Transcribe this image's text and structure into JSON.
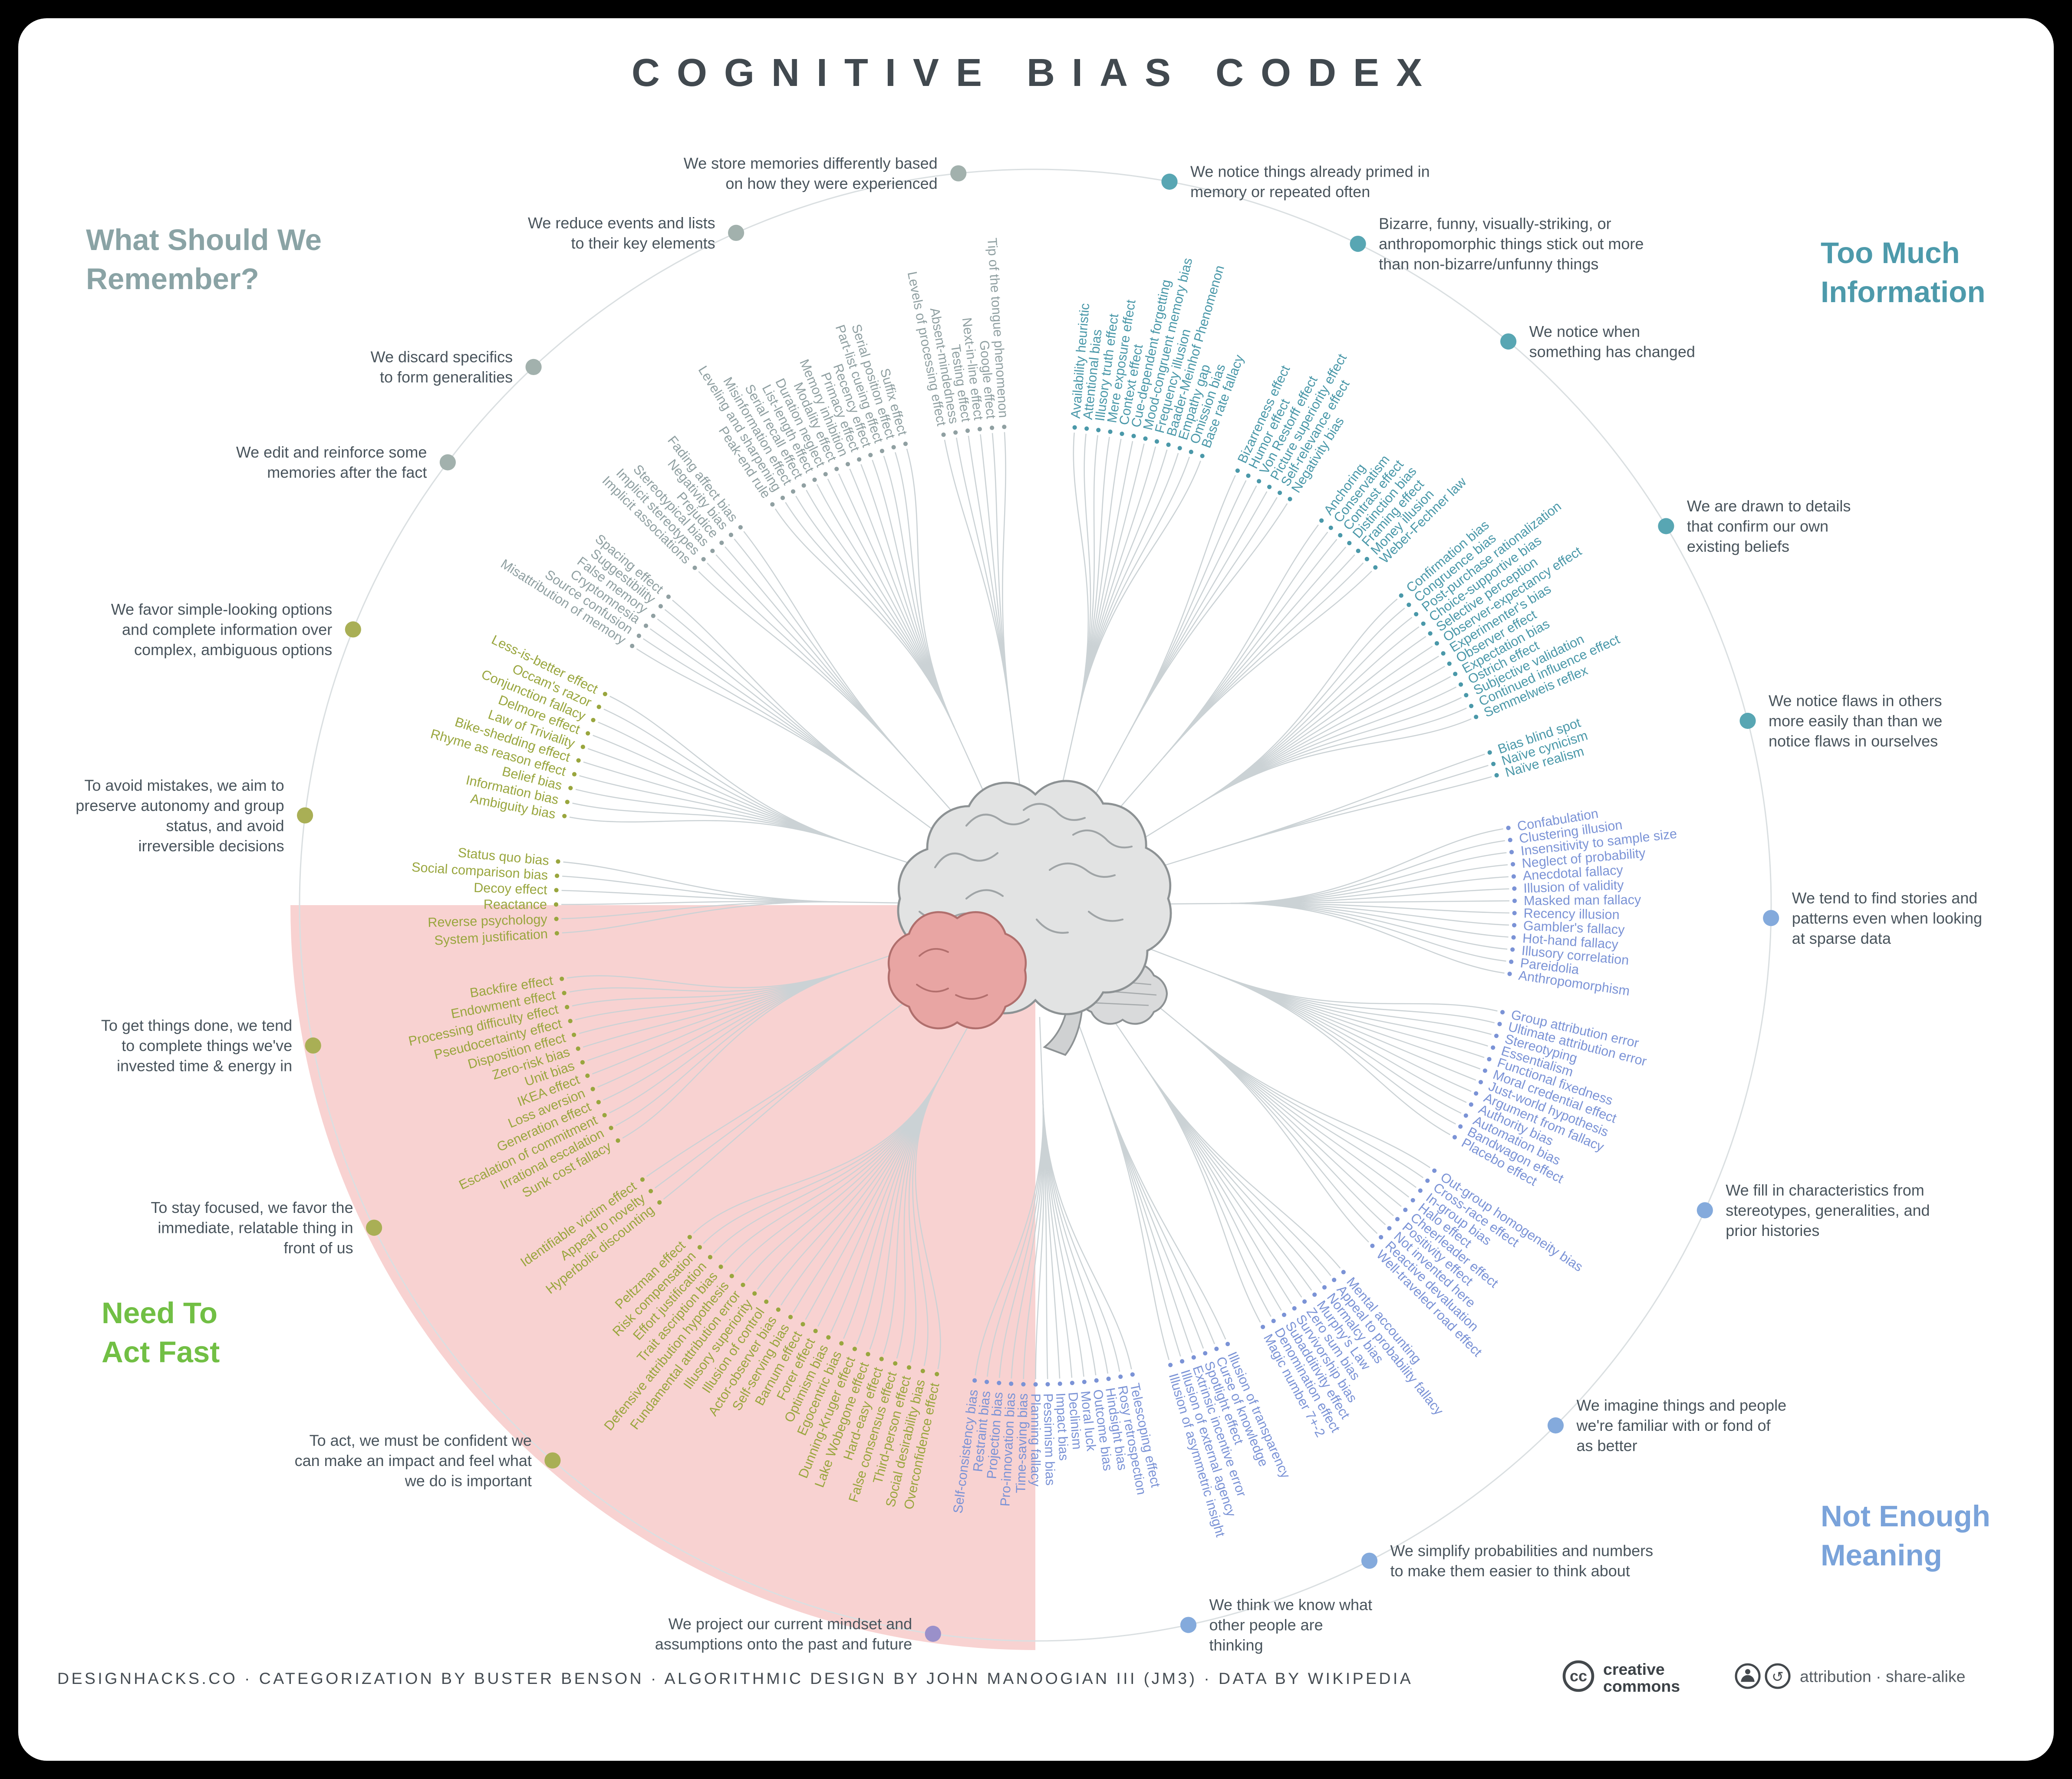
{
  "title": "COGNITIVE BIAS CODEX",
  "center": {
    "illustration": "brain"
  },
  "highlight": {
    "label": "Need To Act Fast",
    "color": "#f0a09e"
  },
  "footer": {
    "credits": "DESIGNHACKS.CO · CATEGORIZATION BY BUSTER BENSON · ALGORITHMIC DESIGN BY JOHN MANOOGIAN III (JM3) · DATA BY WIKIPEDIA",
    "cc": {
      "logo": "cc",
      "name_lines": [
        "creative",
        "commons"
      ],
      "license": "attribution · share-alike",
      "share_glyph": "↺"
    }
  },
  "chart_data": {
    "type": "radial-tree",
    "quadrants": [
      {
        "id": "too-much-information",
        "label": "Too Much Information",
        "title_lines": [
          "Too Much",
          "Information"
        ],
        "arc": {
          "start": 4,
          "end": 75
        },
        "colors": {
          "item": "#4a98a9",
          "dot": "#58a6b3",
          "title": "#4d9aab"
        },
        "groups": [
          {
            "description": "We notice things already primed in memory or repeated often",
            "label_angle": 10.5,
            "items": [
              "Availability heuristic",
              "Attentional bias",
              "Illusory truth effect",
              "Mere exposure effect",
              "Context effect",
              "Cue-dependent forgetting",
              "Mood-congruent memory bias",
              "Frequency illusion",
              "Baader-Meinhof Phenomenon",
              "Empathy gap",
              "Omission bias",
              "Base rate fallacy"
            ]
          },
          {
            "description": "Bizarre, funny, visually-striking, or anthropomorphic things stick out more than non-bizarre/unfunny things",
            "label_angle": 26,
            "wrap": 38,
            "items": [
              "Bizarreness effect",
              "Humor effect",
              "Von Restorff effect",
              "Picture superiority effect",
              "Self-relevance effect",
              "Negativity bias"
            ]
          },
          {
            "description": "We notice when something has changed",
            "label_angle": 40,
            "wrap": 21,
            "items": [
              "Anchoring",
              "Conservatism",
              "Contrast effect",
              "Distinction bias",
              "Framing effect",
              "Money illusion",
              "Weber-Fechner law"
            ]
          },
          {
            "description": "We are drawn to details that confirm our own existing beliefs",
            "label_angle": 59,
            "wrap": 25,
            "items": [
              "Confirmation bias",
              "Congruence bias",
              "Post-purchase rationalization",
              "Choice-supportive bias",
              "Selective perception",
              "Observer-expectancy effect",
              "Experimenter's bias",
              "Observer effect",
              "Expectation bias",
              "Ostrich effect",
              "Subjective validation",
              "Continued influence effect",
              "Semmelweis reflex"
            ]
          },
          {
            "description": "We notice flaws in others more easily than than we notice flaws in ourselves",
            "label_angle": 75.5,
            "wrap": 26,
            "items": [
              "Bias blind spot",
              "Naïve cynicism",
              "Naïve realism"
            ]
          }
        ]
      },
      {
        "id": "not-enough-meaning",
        "label": "Not Enough Meaning",
        "title_lines": [
          "Not Enough",
          "Meaning"
        ],
        "arc": {
          "start": 80,
          "end": 188
        },
        "colors": {
          "item": "#7b93d6",
          "dot": "#84aadc",
          "title": "#7aa3da"
        },
        "groups": [
          {
            "description": "We tend to find stories and patterns even when looking at sparse data",
            "label_angle": 91,
            "wrap": 28,
            "items": [
              "Confabulation",
              "Clustering illusion",
              "Insensitivity to sample size",
              "Neglect of probability",
              "Anecdotal fallacy",
              "Illusion of validity",
              "Masked man fallacy",
              "Recency illusion",
              "Gambler's fallacy",
              "Hot-hand fallacy",
              "Illusory correlation",
              "Pareidolia",
              "Anthropomorphism"
            ]
          },
          {
            "description": "We fill in characteristics from stereotypes, generalities, and prior histories",
            "label_angle": 114.5,
            "wrap": 32,
            "items": [
              "Group attribution error",
              "Ultimate attribution error",
              "Stereotyping",
              "Essentialism",
              "Functional fixedness",
              "Moral credential effect",
              "Just-world hypothesis",
              "Argument from fallacy",
              "Authority bias",
              "Automation bias",
              "Bandwagon effect",
              "Placebo effect"
            ]
          },
          {
            "description": "We imagine things and people we're familiar with or fond of as better",
            "label_angle": 135,
            "wrap": 30,
            "items": [
              "Out-group homogeneity bias",
              "Cross-race effect",
              "In-group bias",
              "Halo effect",
              "Cheerleader effect",
              "Positivity effect",
              "Not invented here",
              "Reactive devaluation",
              "Well-traveled road effect"
            ]
          },
          {
            "description": "We simplify probabilities and numbers to make them easier to think about",
            "label_angle": 153,
            "items": [
              "Mental accounting",
              "Appeal to probability fallacy",
              "Normalcy bias",
              "Murphy's Law",
              "Zero sum bias",
              "Survivorship bias",
              "Subadditivity effect",
              "Denomination effect",
              "Magic number 7+-2"
            ]
          },
          {
            "description": "We think we know what other people are thinking",
            "label_angle": 168,
            "wrap": 22,
            "items": [
              "Illusion of transparency",
              "Curse of knowledge",
              "Spotlight effect",
              "Extrinsic incentive error",
              "Illusion of external agency",
              "Illusion of asymmetric insight"
            ]
          },
          {
            "description": "We project our current mindset and assumptions onto the past and future",
            "label_angle": 188,
            "wrap": 36,
            "dot_color": "#9a90ca",
            "items": [
              "Telescoping effect",
              "Rosy retrospection",
              "Hindsight bias",
              "Outcome bias",
              "Moral luck",
              "Declinism",
              "Impact bias",
              "Pessimism bias",
              "Planning fallacy",
              "Time-saving bias",
              "Pro-innovation bias",
              "Projection bias",
              "Restraint bias",
              "Self-consistency bias"
            ]
          }
        ]
      },
      {
        "id": "need-to-act-fast",
        "label": "Need To Act Fast",
        "title_lines": [
          "Need To",
          "Act Fast"
        ],
        "arc": {
          "start": 191,
          "end": 297
        },
        "colors": {
          "item": "#99a63e",
          "dot": "#a9af55",
          "title": "#71bf44"
        },
        "groups": [
          {
            "description": "To act, we must be confident we can make an impact and feel what we do is important",
            "label_angle": 221,
            "wrap": 32,
            "items": [
              "Overconfidence effect",
              "Social desirability bias",
              "Third-person effect",
              "False consensus effect",
              "Hard-easy effect",
              "Lake Wobegone effect",
              "Dunning-Kruger effect",
              "Egocentric bias",
              "Optimism bias",
              "Forer effect",
              "Barnum effect",
              "Self-serving bias",
              "Actor-observer bias",
              "Illusion of control",
              "Illusory superiority",
              "Fundamental attribution error",
              "Defensive attribution hypothesis",
              "Trait ascription bias",
              "Effort justification",
              "Risk compensation",
              "Peltzman effect"
            ]
          },
          {
            "description": "To stay focused, we favor the immediate, relatable thing in front of us",
            "label_angle": 244,
            "items": [
              "Hyperbolic discounting",
              "Appeal to novelty",
              "Identifiable victim effect"
            ]
          },
          {
            "description": "To get things done, we tend to complete things we've invested time & energy in",
            "label_angle": 259,
            "items": [
              "Sunk cost fallacy",
              "Irrational escalation",
              "Escalation of commitment",
              "Generation effect",
              "Loss aversion",
              "IKEA effect",
              "Unit bias",
              "Zero-risk bias",
              "Disposition effect",
              "Pseudocertainty effect",
              "Processing difficulty effect",
              "Endowment effect",
              "Backfire effect"
            ]
          },
          {
            "description": "To avoid mistakes, we aim to preserve autonomy and group status, and avoid irreversible decisions",
            "label_angle": 277,
            "wrap": 28,
            "items": [
              "System justification",
              "Reverse psychology",
              "Reactance",
              "Decoy effect",
              "Social comparison bias",
              "Status quo bias"
            ]
          },
          {
            "description": "We favor simple-looking options and complete information over complex, ambiguous options",
            "label_angle": 292,
            "wrap": 31,
            "items": [
              "Ambiguity bias",
              "Information bias",
              "Belief bias",
              "Rhyme as reason effect",
              "Bike-shedding effect",
              "Law of Triviality",
              "Delmore effect",
              "Conjunction fallacy",
              "Occam's razor",
              "Less-is-better effect"
            ]
          }
        ]
      },
      {
        "id": "what-should-we-remember",
        "label": "What Should We Remember?",
        "title_lines": [
          "What Should We",
          "Remember?"
        ],
        "arc": {
          "start": 302,
          "end": 357
        },
        "colors": {
          "item": "#90a0a2",
          "dot": "#a2b1ad",
          "title": "#8aa3a5"
        },
        "groups": [
          {
            "description": "We edit and reinforce some memories after the fact",
            "label_angle": 307,
            "items": [
              "Misattribution of memory",
              "Source confusion",
              "Cryptomnesia",
              "False memory",
              "Suggestibility",
              "Spacing effect"
            ]
          },
          {
            "description": "We discard specifics to form generalities",
            "label_angle": 317,
            "wrap": 20,
            "items": [
              "Implicit associations",
              "Implicit stereotypes",
              "Stereotypical bias",
              "Prejudice",
              "Negativity bias",
              "Fading affect bias"
            ]
          },
          {
            "description": "We reduce events and lists to their key elements",
            "label_angle": 336,
            "wrap": 26,
            "items": [
              "Peak-end rule",
              "Leveling and sharpening",
              "Misinformation effect",
              "Serial recall effect",
              "List-length effect",
              "Duration neglect",
              "Modality effect",
              "Memory inhibition",
              "Primacy effect",
              "Recency effect",
              "Part-list cueing effect",
              "Serial position effect",
              "Suffix effect"
            ]
          },
          {
            "description": "We store memories differently based on how they were experienced",
            "label_angle": 354,
            "wrap": 36,
            "items": [
              "Levels of processing effect",
              "Absent-mindedness",
              "Testing effect",
              "Next-in-line effect",
              "Google effect",
              "Tip of the tongue phenomenon"
            ]
          }
        ]
      }
    ]
  }
}
